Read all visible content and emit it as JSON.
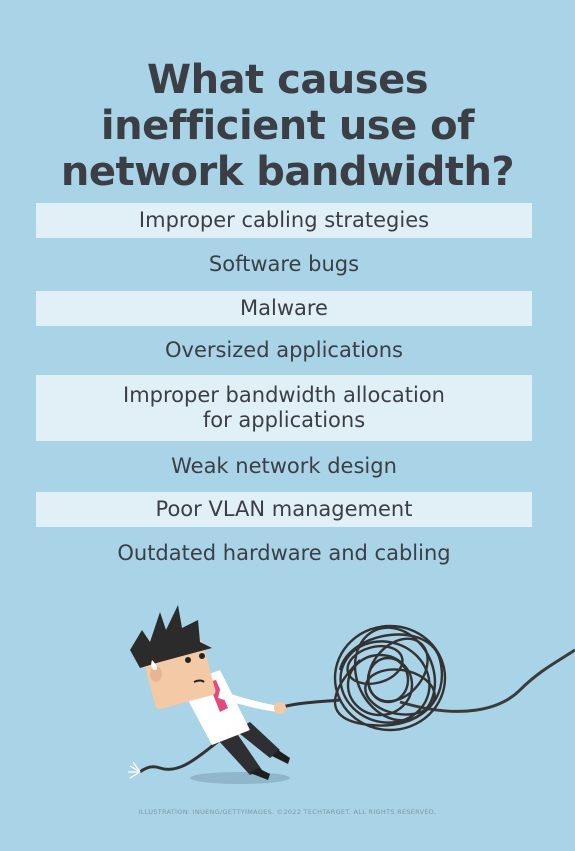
{
  "title": {
    "line1": "What causes",
    "line2": "inefficient use of",
    "line3": "network bandwidth?"
  },
  "causes": [
    {
      "lines": [
        "Improper cabling strategies"
      ]
    },
    {
      "lines": [
        "Software bugs"
      ]
    },
    {
      "lines": [
        "Malware"
      ]
    },
    {
      "lines": [
        "Oversized applications"
      ]
    },
    {
      "lines": [
        "Improper bandwidth allocation",
        "for applications"
      ]
    },
    {
      "lines": [
        "Weak network design"
      ]
    },
    {
      "lines": [
        "Poor VLAN management"
      ]
    },
    {
      "lines": [
        "Outdated hardware and cabling"
      ]
    }
  ],
  "credit": "ILLUSTRATION: INUENG/GETTYIMAGES. ©2022 TECHTARGET. ALL RIGHTS RESERVED.",
  "colors": {
    "background": "#a9d3e6",
    "band": "#e1eff6",
    "text": "#3b3f45"
  },
  "illustration": "businessman-pulling-tangled-cable"
}
